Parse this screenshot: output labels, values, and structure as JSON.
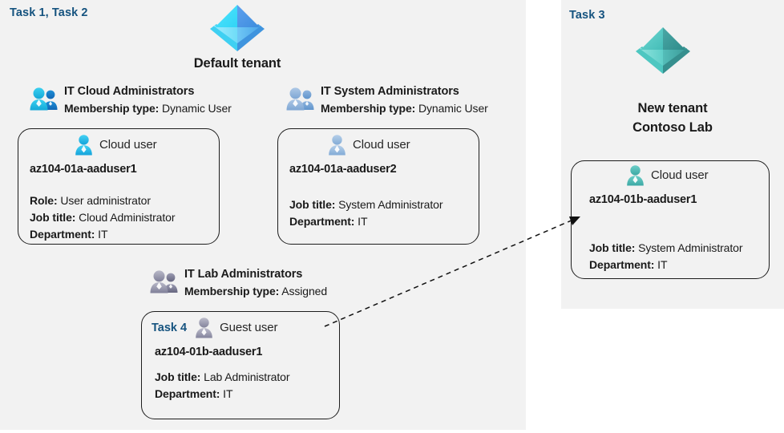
{
  "panels": {
    "default_tenant": {
      "task_label": "Task 1, Task 2",
      "tenant_name": "Default tenant"
    },
    "new_tenant": {
      "task_label": "Task 3",
      "tenant_name": "New  tenant\nContoso Lab",
      "tenant_name_line1": "New  tenant",
      "tenant_name_line2": "Contoso Lab"
    }
  },
  "groups": {
    "cloud_admins": {
      "name": "IT Cloud Administrators",
      "membership_key": "Membership type:",
      "membership_value": "Dynamic User",
      "icon": "users-group-icon"
    },
    "system_admins": {
      "name": "IT System Administrators",
      "membership_key": "Membership type:",
      "membership_value": "Dynamic User",
      "icon": "users-group-icon"
    },
    "lab_admins": {
      "name": "IT Lab Administrators",
      "membership_key": "Membership type:",
      "membership_value": "Assigned",
      "icon": "users-group-icon"
    }
  },
  "cards": {
    "aaduser1": {
      "head_label": "Cloud user",
      "username": "az104-01a-aaduser1",
      "attrs": [
        {
          "key": "Role:",
          "value": "User administrator"
        },
        {
          "key": "Job title:",
          "value": "Cloud Administrator"
        },
        {
          "key": "Department:",
          "value": "IT"
        }
      ],
      "icon": "cloud-user-icon"
    },
    "aaduser2": {
      "head_label": "Cloud user",
      "username": "az104-01a-aaduser2",
      "attrs": [
        {
          "key": "Job title:",
          "value": "System Administrator"
        },
        {
          "key": "Department:",
          "value": "IT"
        }
      ],
      "icon": "cloud-user-icon"
    },
    "guest_aaduser": {
      "task_label": "Task 4",
      "head_label": "Guest user",
      "username": "az104-01b-aaduser1",
      "attrs": [
        {
          "key": "Job title:",
          "value": "Lab Administrator"
        },
        {
          "key": "Department:",
          "value": "IT"
        }
      ],
      "icon": "guest-user-icon"
    },
    "new_aaduser1": {
      "head_label": "Cloud user",
      "username": "az104-01b-aaduser1",
      "attrs": [
        {
          "key": "Job title:",
          "value": "System Administrator"
        },
        {
          "key": "Department:",
          "value": "IT"
        }
      ],
      "icon": "cloud-user-icon"
    }
  },
  "connector": {
    "name": "guest-user-to-new-tenant-arrow",
    "style": "dashed-arrow"
  },
  "colors": {
    "task_label": "#15537f",
    "panel_background": "#f2f2f2",
    "page_background": "#ffffff",
    "card_border": "#1d1d1d",
    "text": "#1a1a1a",
    "tenant_icon_default": "#4fc3f7",
    "tenant_icon_new": "#4fb3ae",
    "group_icon_cloud": "#1eb9e8",
    "group_icon_system": "#8fb4dd",
    "group_icon_lab": "#9a9aae",
    "user_icon_cloud": "#29b9e8",
    "user_icon_system": "#a8c4e2",
    "user_icon_guest": "#9e9eb0",
    "user_icon_new": "#52b5b0"
  }
}
